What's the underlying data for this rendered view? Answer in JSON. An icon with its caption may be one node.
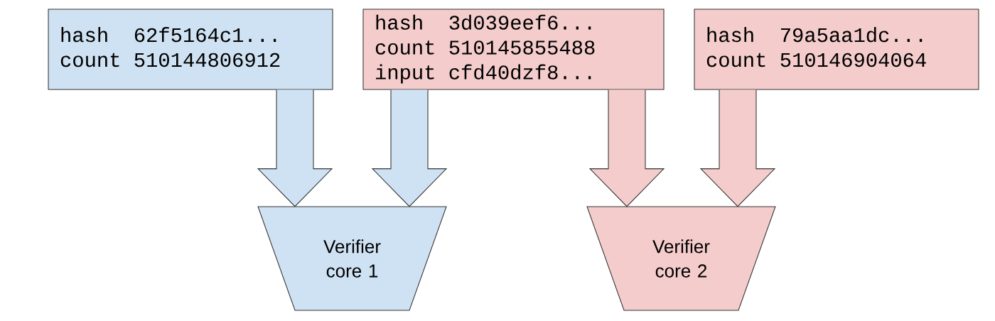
{
  "diagram": {
    "nodes": [
      {
        "text": [
          "hash",
          "62f5164c1...",
          "count",
          "510144806912"
        ]
      },
      {
        "text": [
          "hash",
          "3d039eef6...",
          "count",
          "510145855488",
          "input",
          "cfd40dzf8..."
        ]
      },
      {
        "text": [
          "hash",
          "79a5aa1dc...",
          "count",
          "510146904064"
        ]
      },
      {
        "text": [
          "Verifier core 1"
        ]
      },
      {
        "text": [
          "Verifier core 2"
        ]
      }
    ],
    "edges": [
      {
        "from": 0,
        "to": 3,
        "arrow": "to",
        "style": "thick",
        "color": "#cfe2f3"
      },
      {
        "from": 1,
        "to": 3,
        "arrow": "to",
        "style": "thick",
        "color": "#cfe2f3"
      },
      {
        "from": 1,
        "to": 4,
        "arrow": "to",
        "style": "thick",
        "color": "#f4cccc"
      },
      {
        "from": 2,
        "to": 4,
        "arrow": "to",
        "style": "thick",
        "color": "#f4cccc"
      }
    ]
  }
}
